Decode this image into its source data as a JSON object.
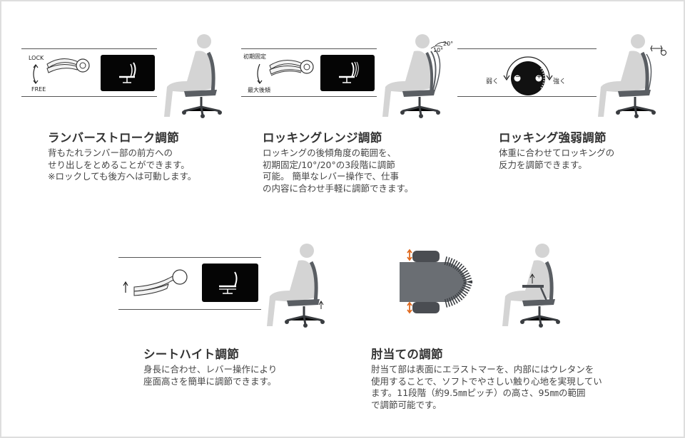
{
  "features": [
    {
      "id": "lumbar",
      "title": "ランバーストローク調節",
      "lines": [
        "背もたれランバー部の前方への",
        "せり出しをとめることができます。",
        "※ロックしても後方へは可動します。"
      ],
      "labels": {
        "top": "LOCK",
        "bottom": "FREE"
      }
    },
    {
      "id": "rocking-range",
      "title": "ロッキングレンジ調節",
      "lines": [
        "ロッキングの後傾角度の範囲を、",
        "初期固定/10°/20°の3段階に調節",
        "可能。 簡単なレバー操作で、仕事",
        "の内容に合わせ手軽に調節できます。"
      ],
      "labels": {
        "top": "初期固定",
        "bottom": "最大後傾",
        "deg1": "10°",
        "deg2": "20°"
      }
    },
    {
      "id": "rocking-strength",
      "title": "ロッキング強弱調節",
      "lines": [
        "体重に合わせてロッキングの",
        "反力を調節できます。"
      ],
      "labels": {
        "left": "弱く",
        "right": "強く",
        "minus": "−",
        "plus": "+"
      }
    },
    {
      "id": "seat-height",
      "title": "シートハイト調節",
      "lines": [
        "身長に合わせ、レバー操作により",
        "座面高さを簡単に調節できます。"
      ]
    },
    {
      "id": "armrest",
      "title": "肘当ての調節",
      "lines": [
        "肘当て部は表面にエラストマーを、内部にはウレタンを",
        "使用することで、ソフトでやさしい触り心地を実現してい",
        "ます。11段階（約9.5㎜ピッチ）の高さ、95㎜の範囲",
        "で調節可能です。"
      ]
    }
  ],
  "colors": {
    "ghost": "#d4d4d4",
    "chair": "#5a5e63",
    "chair_dark": "#3a3d41",
    "band_line": "#555555",
    "accent_orange": "#e06a1f"
  }
}
